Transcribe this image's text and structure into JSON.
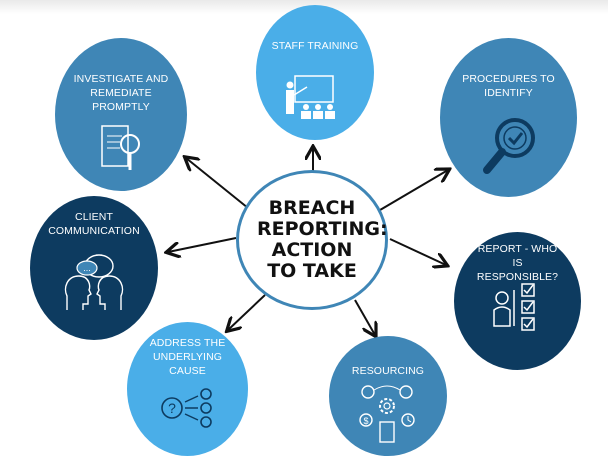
{
  "center": {
    "title": "BREACH REPORTING: ACTION TO TAKE"
  },
  "nodes": {
    "staff_training": "STAFF TRAINING",
    "investigate": "INVESTIGATE AND REMEDIATE PROMPTLY",
    "procedures": "PROCEDURES TO IDENTIFY",
    "client": "CLIENT COMMUNICATION",
    "report": "REPORT - WHO IS RESPONSIBLE?",
    "address": "ADDRESS THE UNDERLYING CAUSE",
    "resourcing": "RESOURCING"
  },
  "colors": {
    "mid": "#3f86b6",
    "light": "#4aaee8",
    "dark": "#0d3b60"
  }
}
